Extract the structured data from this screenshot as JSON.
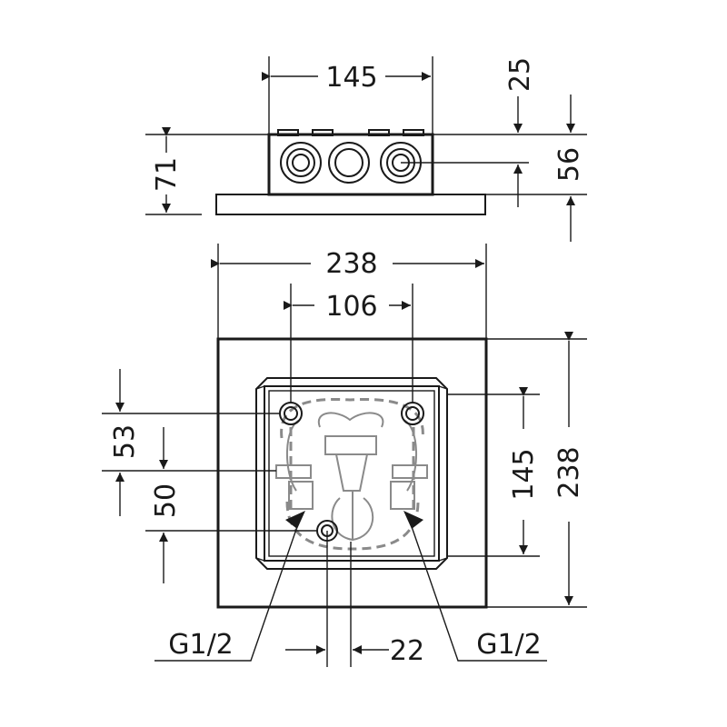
{
  "dimensions": {
    "top_width": "145",
    "top_offset": "25",
    "top_height": "71",
    "top_depth": "56",
    "plate_width": "238",
    "connector_spacing": "106",
    "plate_height": "238",
    "box_height": "145",
    "upper_offset": "53",
    "lower_offset": "50",
    "outlet_offset": "22"
  },
  "connections": {
    "left": "G1/2",
    "right": "G1/2"
  }
}
